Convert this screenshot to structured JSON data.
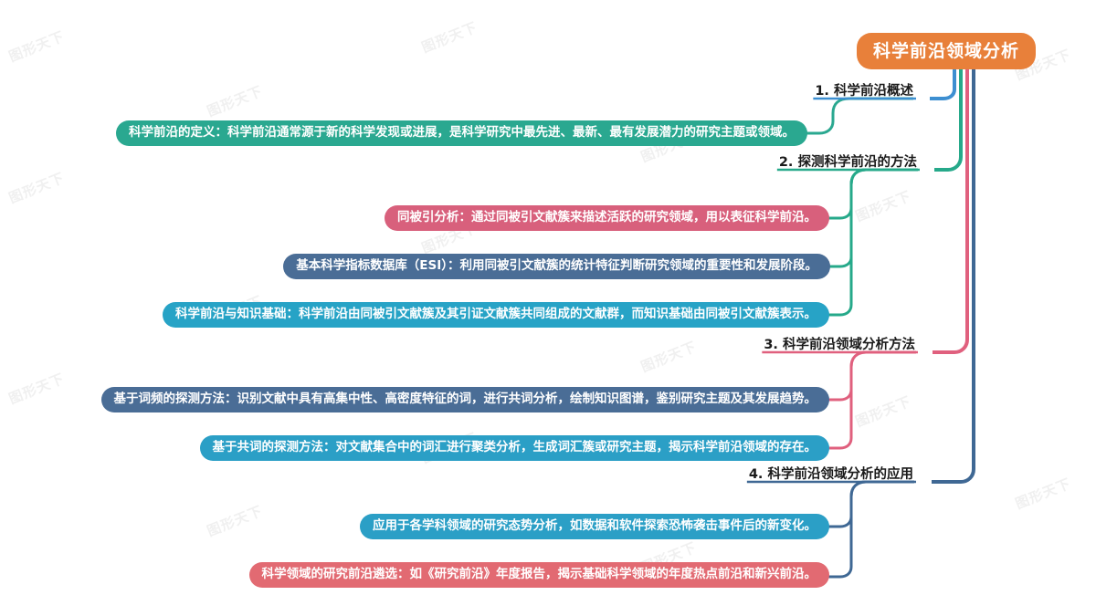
{
  "document": {
    "title": "科学前沿领域分析",
    "type": "mind-map",
    "watermark_text": "图形天下"
  },
  "colors": {
    "root_bg": "#e8803a",
    "branch1": "#3d8fd1",
    "branch2": "#26a98a",
    "branch3": "#e0607e",
    "branch4": "#3f6894",
    "leaf_teal": "#2aa890",
    "leaf_pink": "#d8607c",
    "leaf_slate": "#4a6d96",
    "leaf_blue": "#2aa2c4",
    "leaf_cyan": "#27a3c6",
    "leaf_lightblue": "#2b9fc6",
    "leaf_rose": "#e26a72",
    "branch_text": "#1a1a1a"
  },
  "root": {
    "label": "科学前沿领域分析"
  },
  "branches": [
    {
      "id": "b1",
      "label": "1. 科学前沿概述",
      "color": "#3d8fd1",
      "leaves": [
        {
          "id": "b1l1",
          "label": "科学前沿的定义：科学前沿通常源于新的科学发现或进展，是科学研究中最先进、最新、最有发展潜力的研究主题或领域。",
          "color": "#2aa890"
        }
      ]
    },
    {
      "id": "b2",
      "label": "2. 探测科学前沿的方法",
      "color": "#26a98a",
      "leaves": [
        {
          "id": "b2l1",
          "label": "同被引分析：通过同被引文献簇来描述活跃的研究领域，用以表征科学前沿。",
          "color": "#d8607c"
        },
        {
          "id": "b2l2",
          "label": "基本科学指标数据库（ESI）：利用同被引文献簇的统计特征判断研究领域的重要性和发展阶段。",
          "color": "#4a6d96"
        },
        {
          "id": "b2l3",
          "label": "科学前沿与知识基础：科学前沿由同被引文献簇及其引证文献簇共同组成的文献群，而知识基础由同被引文献簇表示。",
          "color": "#27a3c6"
        }
      ]
    },
    {
      "id": "b3",
      "label": "3. 科学前沿领域分析方法",
      "color": "#e0607e",
      "leaves": [
        {
          "id": "b3l1",
          "label": "基于词频的探测方法：识别文献中具有高集中性、高密度特征的词，进行共词分析，绘制知识图谱，鉴别研究主题及其发展趋势。",
          "color": "#4a6d96"
        },
        {
          "id": "b3l2",
          "label": "基于共词的探测方法：对文献集合中的词汇进行聚类分析，生成词汇簇或研究主题，揭示科学前沿领域的存在。",
          "color": "#2b9fc6"
        }
      ]
    },
    {
      "id": "b4",
      "label": "4. 科学前沿领域分析的应用",
      "color": "#3f6894",
      "leaves": [
        {
          "id": "b4l1",
          "label": "应用于各学科领域的研究态势分析，如数据和软件探索恐怖袭击事件后的新变化。",
          "color": "#2b9fc6"
        },
        {
          "id": "b4l2",
          "label": "科学领域的研究前沿遴选：如《研究前沿》年度报告，揭示基础科学领域的年度热点前沿和新兴前沿。",
          "color": "#e26a72"
        }
      ]
    }
  ]
}
